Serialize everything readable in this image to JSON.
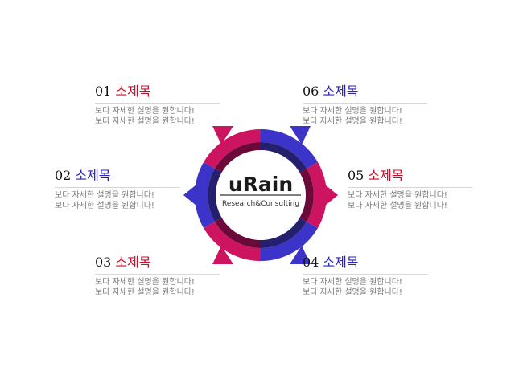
{
  "colors": {
    "red": "#cc1460",
    "blue": "#3c34c8",
    "dark_red": "#6b0a3a",
    "dark_blue": "#24206e",
    "title_red": "#c8102e",
    "title_blue": "#2a25b8"
  },
  "center": {
    "logo": "uRain",
    "tagline": "Research&Consulting"
  },
  "items": [
    {
      "number": "01",
      "title": "소제목",
      "color": "#c8102e",
      "desc": [
        "보다 자세한 설명을 원합니다!",
        "보다 자세한 설명을 원합니다!"
      ]
    },
    {
      "number": "02",
      "title": "소제목",
      "color": "#2a25b8",
      "desc": [
        "보다 자세한 설명을 원합니다!",
        "보다 자세한 설명을 원합니다!"
      ]
    },
    {
      "number": "03",
      "title": "소제목",
      "color": "#c8102e",
      "desc": [
        "보다 자세한 설명을 원합니다!",
        "보다 자세한 설명을 원합니다!"
      ]
    },
    {
      "number": "04",
      "title": "소제목",
      "color": "#2a25b8",
      "desc": [
        "보다 자세한 설명을 원합니다!",
        "보다 자세한 설명을 원합니다!"
      ]
    },
    {
      "number": "05",
      "title": "소제목",
      "color": "#c8102e",
      "desc": [
        "보다 자세한 설명을 원합니다!",
        "보다 자세한 설명을 원합니다!"
      ]
    },
    {
      "number": "06",
      "title": "소제목",
      "color": "#2a25b8",
      "desc": [
        "보다 자세한 설명을 원합니다!",
        "보다 자세한 설명을 원합니다!"
      ]
    }
  ]
}
